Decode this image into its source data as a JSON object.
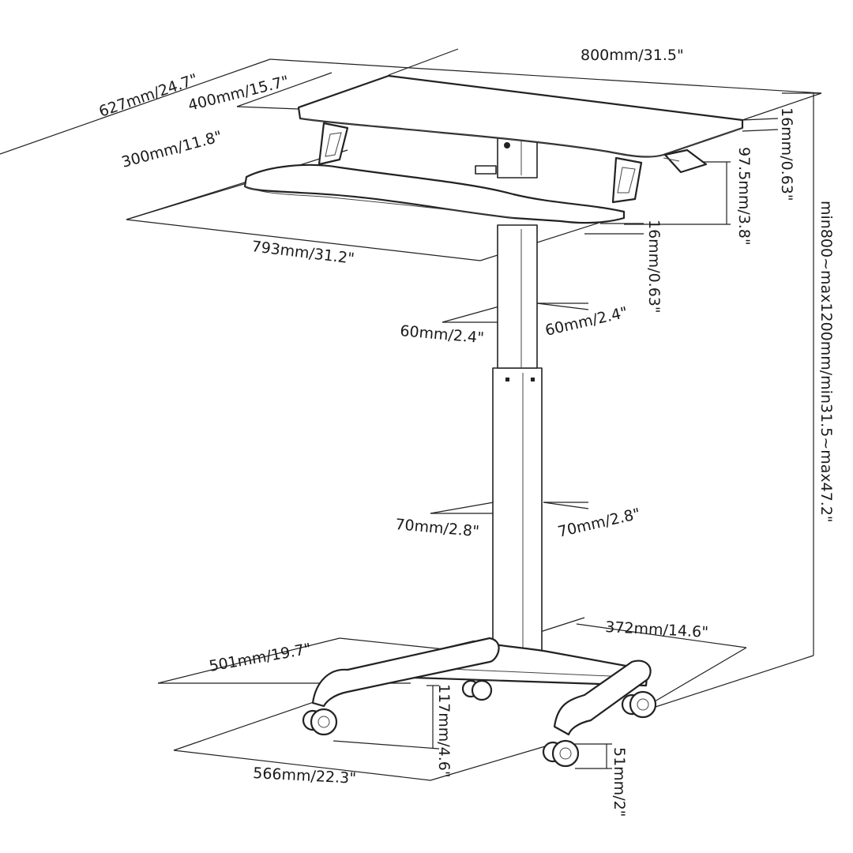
{
  "diagram": {
    "labels": {
      "top_width": "800mm/31.5\"",
      "top_depth": "627mm/24.7\"",
      "upper_depth": "400mm/15.7\"",
      "lower_depth": "300mm/11.8\"",
      "lower_width": "793mm/31.2\"",
      "top_thickness": "16mm/0.63\"",
      "tier_gap": "97.5mm/3.8\"",
      "lower_thickness": "16mm/0.63\"",
      "upper_col_left": "60mm/2.4\"",
      "upper_col_right": "60mm/2.4\"",
      "lower_col_left": "70mm/2.8\"",
      "lower_col_right": "70mm/2.8\"",
      "total_height": "min800~max1200mm/min31.5~max47.2\"",
      "base_depth": "501mm/19.7\"",
      "base_right": "372mm/14.6\"",
      "base_clearance": "117mm/4.6\"",
      "base_width": "566mm/22.3\"",
      "caster_height": "51mm/2\""
    }
  }
}
